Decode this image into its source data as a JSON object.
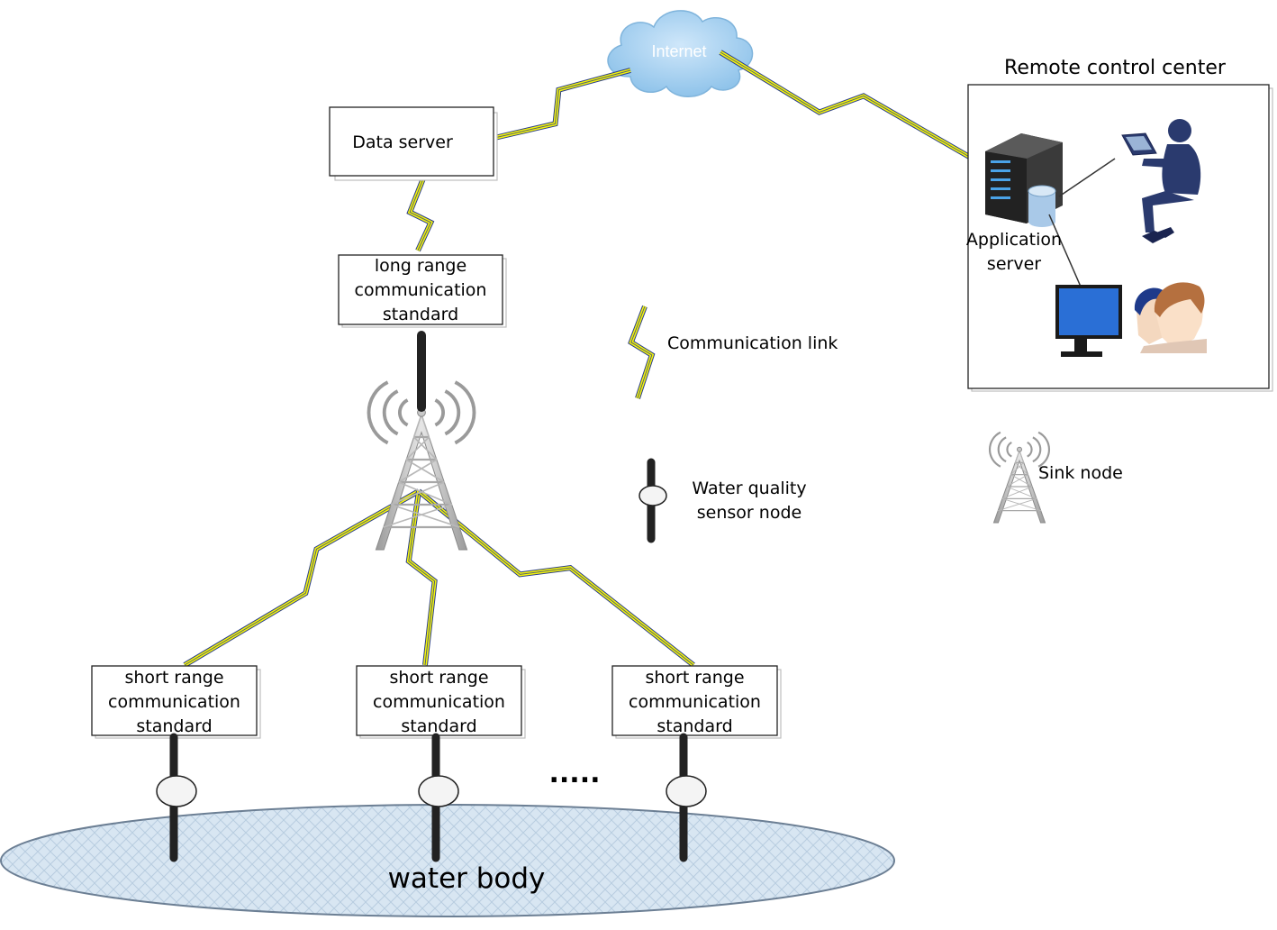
{
  "cloud": {
    "label": "Internet"
  },
  "data_server": {
    "label": "Data server"
  },
  "long_range": {
    "line1": "long range",
    "line2": "communication",
    "line3": "standard"
  },
  "short_range": [
    {
      "line1": "short range",
      "line2": "communication",
      "line3": "standard"
    },
    {
      "line1": "short range",
      "line2": "communication",
      "line3": "standard"
    },
    {
      "line1": "short range",
      "line2": "communication",
      "line3": "standard"
    }
  ],
  "remote_center": {
    "title": "Remote control center",
    "app_server_line1": "Application",
    "app_server_line2": "server"
  },
  "legend": {
    "comm_link": "Communication link",
    "sensor_line1": "Water quality",
    "sensor_line2": "sensor node",
    "sink_node": "Sink node"
  },
  "ellipsis": ".....",
  "water": {
    "label": "water body"
  },
  "colors": {
    "link_yellow": "#f5f50a",
    "link_blue": "#2a3d8a",
    "cloud": "#a8d2f0",
    "water": "#cfe0ee",
    "server_dark": "#2b2b2b",
    "person_navy": "#2a3a6e"
  }
}
